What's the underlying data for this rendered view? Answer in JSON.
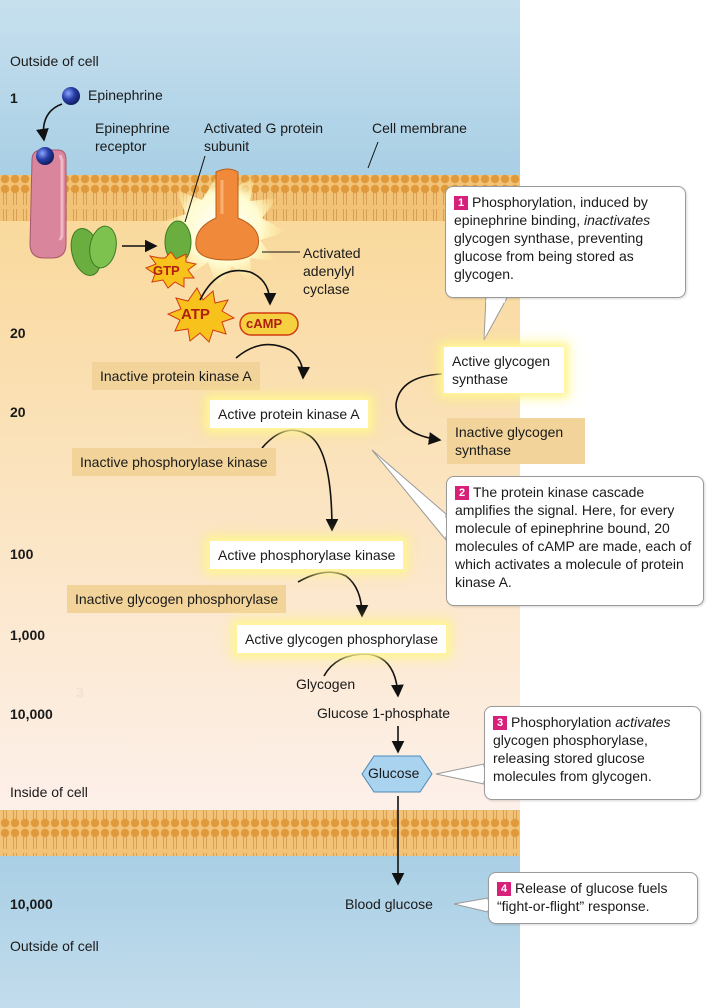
{
  "regions": {
    "outside_top": "Outside of cell",
    "inside": "Inside of cell",
    "outside_bottom": "Outside of cell"
  },
  "amplification": {
    "n1": "1",
    "n2": "20",
    "n3": "20",
    "n4": "100",
    "n5": "1,000",
    "n6": "10,000",
    "n7": "10,000"
  },
  "labels": {
    "epinephrine": "Epinephrine",
    "epinephrine_receptor": "Epinephrine receptor",
    "activated_g_protein": "Activated G protein subunit",
    "cell_membrane": "Cell membrane",
    "activated_adenylyl_cyclase": "Activated adenylyl cyclase",
    "gtp": "GTP",
    "atp": "ATP",
    "camp": "cAMP",
    "glycogen": "Glycogen",
    "glucose_1_phosphate": "Glucose 1-phosphate",
    "glucose": "Glucose",
    "blood_glucose": "Blood glucose",
    "faint_mark": "3"
  },
  "boxes": {
    "inactive_pka": "Inactive protein kinase A",
    "active_pka": "Active protein kinase A",
    "inactive_phk": "Inactive phosphorylase kinase",
    "active_phk": "Active phosphorylase kinase",
    "inactive_gp": "Inactive glycogen phosphorylase",
    "active_gp": "Active glycogen phosphorylase",
    "active_gs": "Active glycogen synthase",
    "inactive_gs": "Inactive glycogen synthase"
  },
  "callouts": {
    "c1_num": "1",
    "c1_a": "Phosphorylation, induced by epinephrine binding, ",
    "c1_em": "inactivates",
    "c1_b": " glycogen synthase, preventing glucose from being stored as glycogen.",
    "c2_num": "2",
    "c2": "The protein kinase cascade amplifies the signal. Here, for every molecule of epinephrine bound, 20 molecules of cAMP are made, each of which activates a molecule of protein kinase A.",
    "c3_num": "3",
    "c3_a": "Phosphorylation ",
    "c3_em": "activates",
    "c3_b": " glycogen phosphorylase, releasing stored glucose molecules from glycogen.",
    "c4_num": "4",
    "c4": "Release of glucose fuels “fight-or-flight” response."
  },
  "colors": {
    "outside_blue": "#b5d6e8",
    "inside_top": "#f9d99c",
    "inside_bottom": "#fdf0ea",
    "membrane": "#e6a945",
    "box_tan": "#f2d49a",
    "callout_marker": "#d6207a",
    "receptor": "#d9859b",
    "g_protein": "#6aae3f",
    "adenylyl_cyclase": "#f08a3a",
    "glucose_hex": "#a9d3ef"
  }
}
